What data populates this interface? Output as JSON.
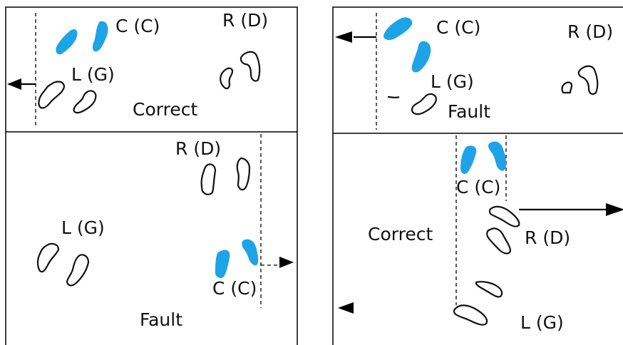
{
  "colors": {
    "highlight": "#1ea4e6",
    "outline": "#111111"
  },
  "panels": {
    "top_left": {
      "c": "C (C)",
      "r": "R (D)",
      "l": "L (G)",
      "status": "Correct"
    },
    "bottom_left": {
      "r": "R (D)",
      "l": "L (G)",
      "c": "C (C)",
      "status": "Fault"
    },
    "top_right": {
      "c": "C (C)",
      "r": "R (D)",
      "l": "L (G)",
      "status": "Fault"
    },
    "bottom_right": {
      "c": "C (C)",
      "status": "Correct",
      "r": "R (D)",
      "l": "L (G)"
    }
  }
}
